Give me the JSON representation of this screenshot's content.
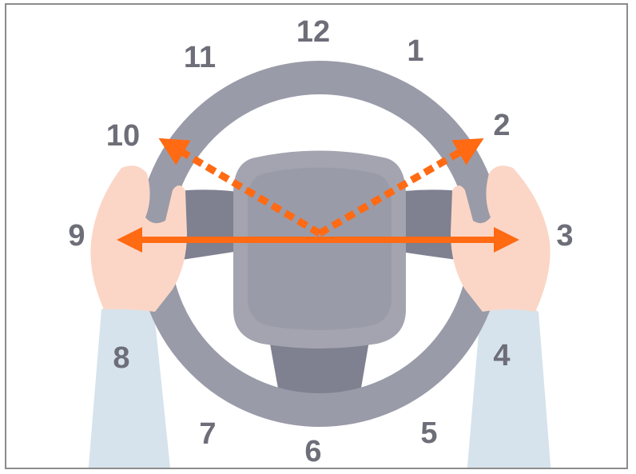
{
  "clock_positions": [
    {
      "label": "12"
    },
    {
      "label": "1"
    },
    {
      "label": "2"
    },
    {
      "label": "3"
    },
    {
      "label": "4"
    },
    {
      "label": "5"
    },
    {
      "label": "6"
    },
    {
      "label": "7"
    },
    {
      "label": "8"
    },
    {
      "label": "9"
    },
    {
      "label": "10"
    },
    {
      "label": "11"
    }
  ],
  "colors": {
    "wheel_rim": "#9a9ba8",
    "wheel_spoke": "#7f8090",
    "airbag": "#a3a4b0",
    "skin": "#fbd6c6",
    "sleeve": "#d6e3ec",
    "arrow": "#ff6a13",
    "numbers": "#6d6e78"
  },
  "icons": [
    "steering-wheel",
    "left-hand",
    "right-hand",
    "arrow"
  ]
}
